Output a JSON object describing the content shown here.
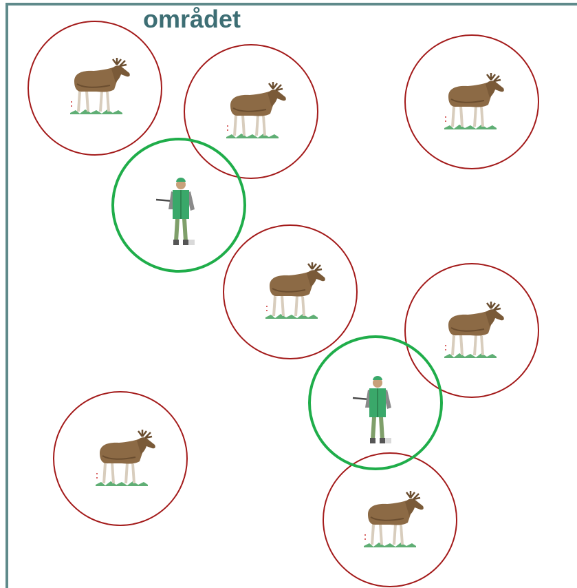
{
  "title": "området",
  "colors": {
    "frame": "#5f8a8b",
    "title": "#3d6e74",
    "moose_ring": "#a31a1a",
    "hunter_ring": "#1fad4a",
    "moose_body": "#8c6a45",
    "grass": "#5fae74",
    "hunter_vest": "#3aa86a",
    "hunter_pants": "#7f9f6a"
  },
  "icons": {
    "moose": "moose-icon",
    "hunter": "hunter-icon"
  },
  "moose_count": 7,
  "hunter_count": 2
}
